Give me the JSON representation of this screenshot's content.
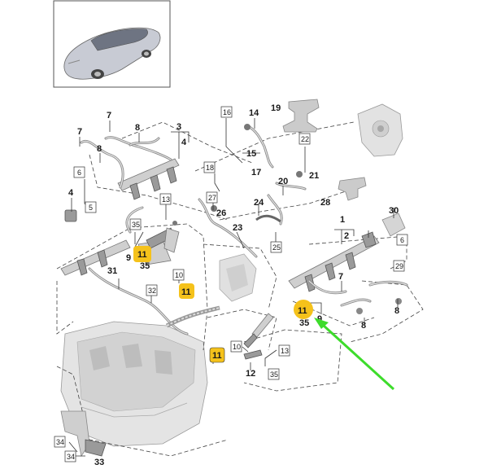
{
  "thumbnail": {
    "icon": "car-icon"
  },
  "colors": {
    "highlight": "#f5c21b",
    "arrow": "#3ddc2b",
    "line": "#333333"
  },
  "labels": {
    "n1": "1",
    "n2": "2",
    "n3": "3",
    "n4a": "4",
    "n4b": "4",
    "n5a": "5",
    "n6a": "6",
    "n6b": "6",
    "n7a": "7",
    "n7b": "7",
    "n7c": "7",
    "n8a": "8",
    "n8b": "8",
    "n8c": "8",
    "n8d": "8",
    "n9a": "9",
    "n9b": "9",
    "n10a": "10",
    "n10b": "10",
    "n12": "12",
    "n13a": "13",
    "n13b": "13",
    "n14": "14",
    "n15": "15",
    "n16": "16",
    "n17": "17",
    "n18": "18",
    "n19": "19",
    "n20": "20",
    "n21": "21",
    "n22": "22",
    "n23": "23",
    "n24": "24",
    "n25": "25",
    "n26": "26",
    "n27": "27",
    "n28": "28",
    "n29": "29",
    "n30": "30",
    "n31": "31",
    "n32": "32",
    "n33": "33",
    "n34a": "34",
    "n34b": "34",
    "n35a": "35",
    "n35b": "35",
    "n35c": "35",
    "n35d": "35",
    "n11a": "11",
    "n11b": "11",
    "n11c": "11",
    "n11d": "11"
  }
}
